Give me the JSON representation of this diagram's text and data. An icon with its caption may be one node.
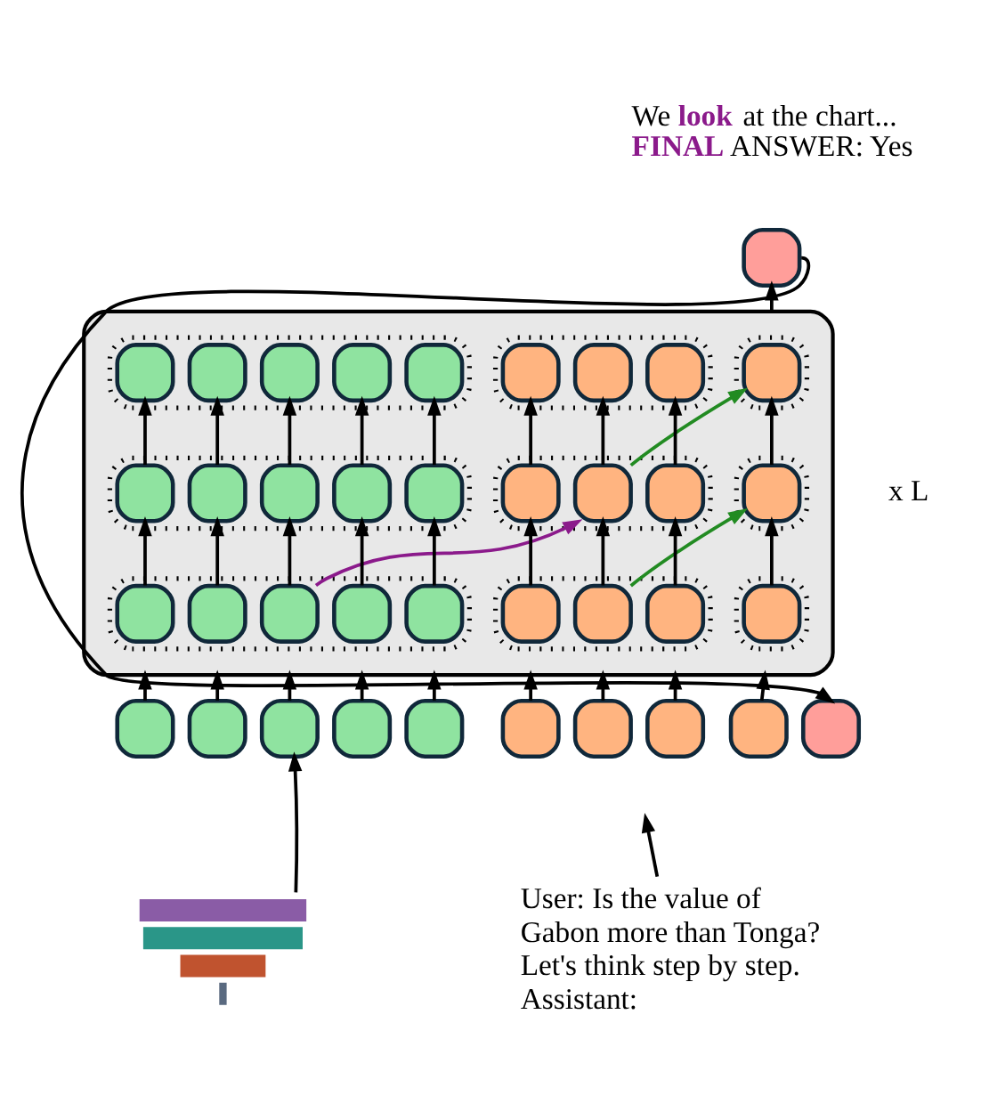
{
  "diagram": {
    "nodes": [
      {
        "text": [],
        "shape": "box"
      },
      {
        "text": [],
        "shape": "box"
      },
      {
        "text": [],
        "shape": "box",
        "in": 1
      },
      {
        "text": [],
        "shape": "box",
        "in": 2
      },
      {
        "text": [],
        "shape": "box",
        "in": 2
      },
      {
        "text": [],
        "shape": "box",
        "in": 2
      },
      {
        "text": [],
        "shape": "box",
        "in": 2
      },
      {
        "text": [],
        "shape": "box",
        "in": 2
      },
      {
        "text": [],
        "shape": "box",
        "in": 1
      },
      {
        "text": [],
        "shape": "box",
        "in": 8
      },
      {
        "text": [],
        "shape": "box",
        "in": 8
      },
      {
        "text": [],
        "shape": "box",
        "in": 8
      },
      {
        "text": [],
        "shape": "box",
        "in": 1
      },
      {
        "text": [],
        "shape": "box",
        "in": 12
      },
      {
        "text": [],
        "shape": "box",
        "in": 1
      },
      {
        "text": [],
        "shape": "box",
        "in": 14
      },
      {
        "text": [],
        "shape": "box",
        "in": 14
      },
      {
        "text": [],
        "shape": "box",
        "in": 14
      },
      {
        "text": [],
        "shape": "box",
        "in": 14
      },
      {
        "text": [],
        "shape": "box",
        "in": 14
      },
      {
        "text": [],
        "shape": "box",
        "in": 1
      },
      {
        "text": [],
        "shape": "box",
        "in": 20
      },
      {
        "text": [],
        "shape": "box",
        "in": 20
      },
      {
        "text": [],
        "shape": "box",
        "in": 20
      },
      {
        "text": [],
        "shape": "box",
        "in": 1
      },
      {
        "text": [],
        "shape": "box",
        "in": 24
      },
      {
        "text": [],
        "shape": "box",
        "in": 1
      },
      {
        "text": [],
        "shape": "box",
        "in": 26
      },
      {
        "text": [],
        "shape": "box",
        "in": 26
      },
      {
        "text": [],
        "shape": "box",
        "in": 26
      },
      {
        "text": [],
        "shape": "box",
        "in": 26
      },
      {
        "text": [],
        "shape": "box",
        "in": 26
      },
      {
        "text": [],
        "shape": "box",
        "in": 1
      },
      {
        "text": [],
        "shape": "box",
        "in": 32
      },
      {
        "text": [],
        "shape": "box",
        "in": 32
      },
      {
        "text": [],
        "shape": "box",
        "in": 32
      },
      {
        "text": [],
        "shape": "box",
        "in": 1
      },
      {
        "text": [],
        "shape": "box",
        "in": 36
      },
      {
        "text": [],
        "shape": "box"
      },
      {
        "text": [],
        "shape": "box"
      },
      {
        "text": [],
        "shape": "box"
      },
      {
        "text": [],
        "shape": "box"
      },
      {
        "text": [],
        "shape": "box"
      },
      {
        "text": [],
        "shape": "box"
      },
      {
        "text": [],
        "shape": "box"
      },
      {
        "text": [],
        "shape": "box"
      },
      {
        "text": [],
        "shape": "box"
      },
      {
        "text": [],
        "shape": "box"
      },
      {
        "text": [],
        "shape": "picture"
      },
      {
        "text": [
          "User: Is the value of Gabon more than Tonga? Let's think step by step. Assistant:"
        ]
      }
    ],
    "edges": [
      {
        "from": 1,
        "to": 0,
        "arrow": "to"
      },
      {
        "from": 0,
        "to": 47,
        "arrow": "to"
      },
      {
        "from": 15,
        "to": 3,
        "arrow": "to"
      },
      {
        "from": 16,
        "to": 4,
        "arrow": "to"
      },
      {
        "from": 17,
        "to": 5,
        "arrow": "to"
      },
      {
        "from": 18,
        "to": 6,
        "arrow": "to"
      },
      {
        "from": 19,
        "to": 7,
        "arrow": "to"
      },
      {
        "from": 21,
        "to": 9,
        "arrow": "to"
      },
      {
        "from": 22,
        "to": 10,
        "arrow": "to"
      },
      {
        "from": 23,
        "to": 11,
        "arrow": "to"
      },
      {
        "from": 25,
        "to": 13,
        "arrow": "to"
      },
      {
        "from": 22,
        "to": 13,
        "arrow": "to",
        "color": "#228b22"
      },
      {
        "from": 27,
        "to": 15,
        "arrow": "to"
      },
      {
        "from": 28,
        "to": 16,
        "arrow": "to"
      },
      {
        "from": 29,
        "to": 17,
        "arrow": "to"
      },
      {
        "from": 30,
        "to": 18,
        "arrow": "to"
      },
      {
        "from": 31,
        "to": 19,
        "arrow": "to"
      },
      {
        "from": 33,
        "to": 21,
        "arrow": "to"
      },
      {
        "from": 34,
        "to": 22,
        "arrow": "to"
      },
      {
        "from": 35,
        "to": 23,
        "arrow": "to"
      },
      {
        "from": 37,
        "to": 25,
        "arrow": "to"
      },
      {
        "from": 29,
        "to": 22,
        "arrow": "to",
        "color": "#8b1a8b"
      },
      {
        "from": 34,
        "to": 25,
        "arrow": "to",
        "color": "#228b22"
      },
      {
        "from": 38,
        "to": 1,
        "arrow": "to"
      },
      {
        "from": 39,
        "to": 1,
        "arrow": "to"
      },
      {
        "from": 40,
        "to": 1,
        "arrow": "to"
      },
      {
        "from": 41,
        "to": 1,
        "arrow": "to"
      },
      {
        "from": 42,
        "to": 1,
        "arrow": "to"
      },
      {
        "from": 43,
        "to": 1,
        "arrow": "to"
      },
      {
        "from": 44,
        "to": 1,
        "arrow": "to"
      },
      {
        "from": 45,
        "to": 1,
        "arrow": "to"
      },
      {
        "from": 46,
        "to": 1,
        "arrow": "to"
      },
      {
        "from": 48,
        "to": 40,
        "arrow": "to"
      },
      {
        "from": 49,
        "to": null,
        "arrow": "to"
      }
    ],
    "labels": [
      "We **look** at the chart... **FINAL** ANSWER: Yes",
      "x L"
    ]
  }
}
